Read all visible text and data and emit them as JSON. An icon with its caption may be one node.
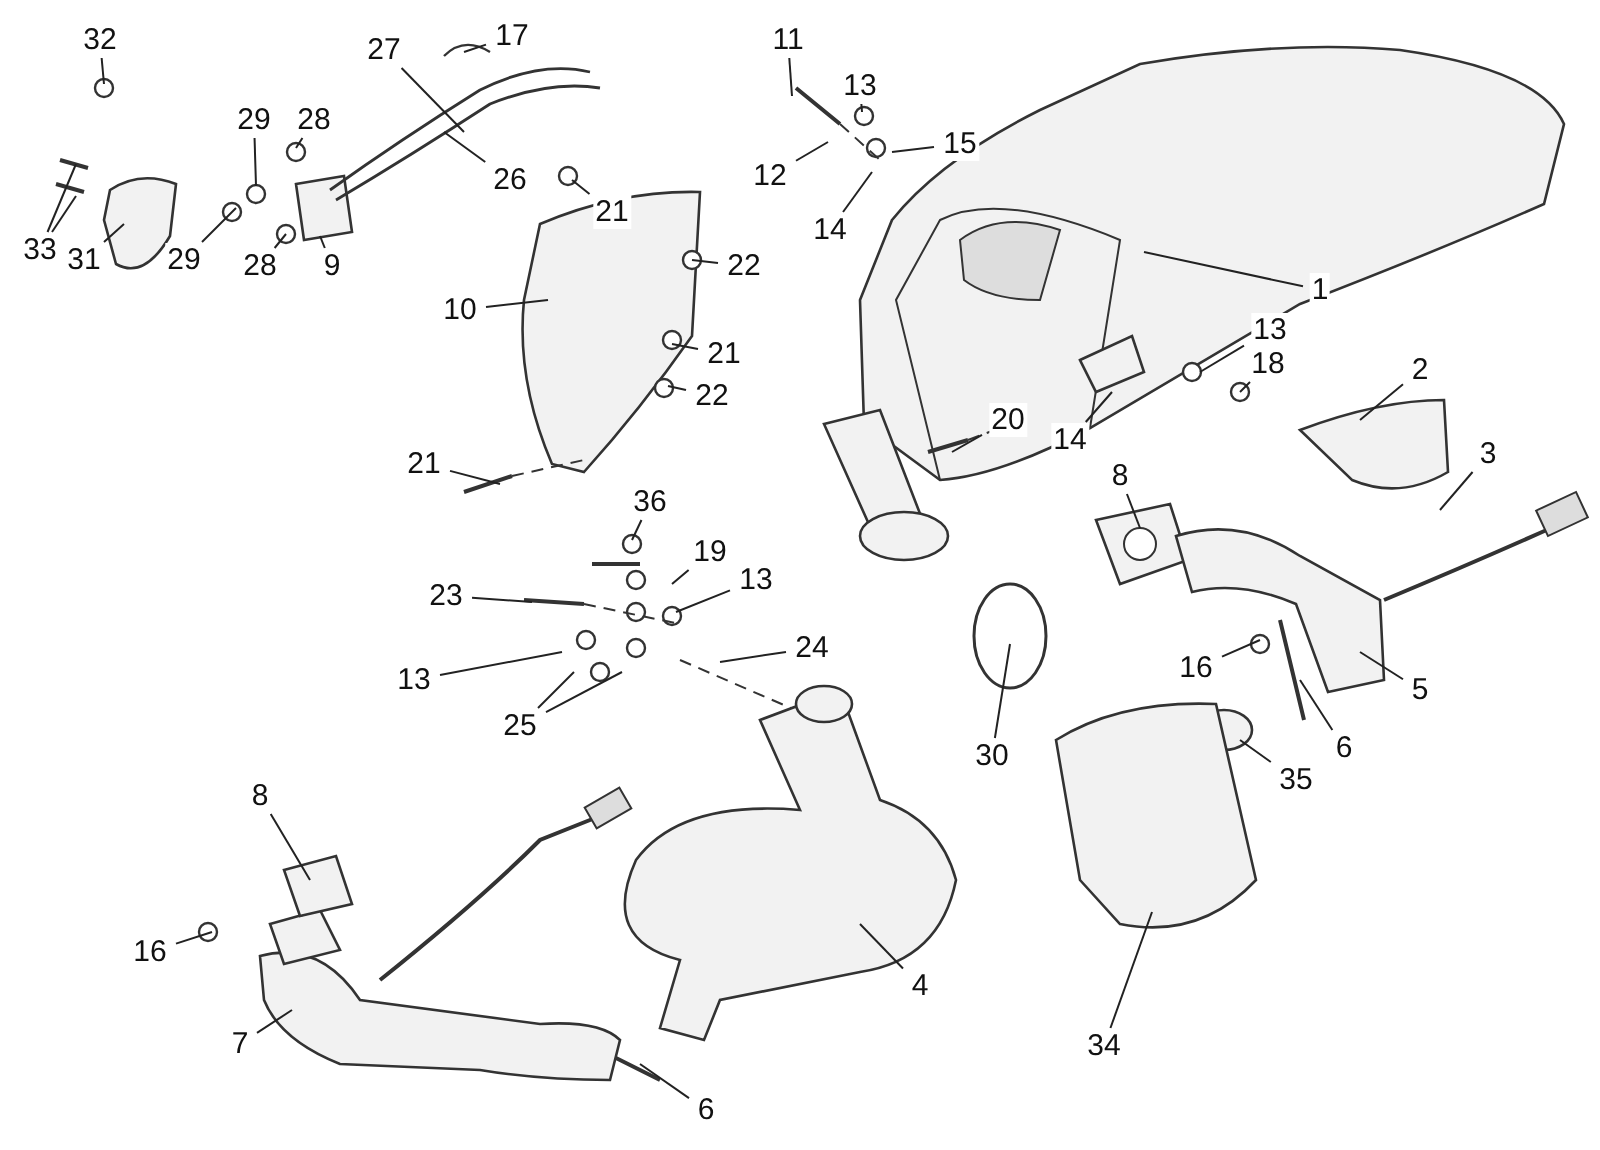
{
  "diagram": {
    "nodes": [
      {
        "text": [
          "32"
        ]
      },
      {
        "text": [
          "33"
        ]
      },
      {
        "text": [
          "31"
        ]
      },
      {
        "text": [
          "29"
        ]
      },
      {
        "text": [
          "28"
        ]
      },
      {
        "text": [
          "29"
        ]
      },
      {
        "text": [
          "28"
        ]
      },
      {
        "text": [
          "9"
        ]
      },
      {
        "text": [
          "27"
        ]
      },
      {
        "text": [
          "17"
        ]
      },
      {
        "text": [
          "26"
        ]
      },
      {
        "text": [
          "21"
        ]
      },
      {
        "text": [
          "10"
        ]
      },
      {
        "text": [
          "22"
        ]
      },
      {
        "text": [
          "22"
        ]
      },
      {
        "text": [
          "21"
        ]
      },
      {
        "text": [
          "21"
        ]
      },
      {
        "text": [
          "11"
        ]
      },
      {
        "text": [
          "13"
        ]
      },
      {
        "text": [
          "12"
        ]
      },
      {
        "text": [
          "15"
        ]
      },
      {
        "text": [
          "14"
        ]
      },
      {
        "text": [
          "1"
        ]
      },
      {
        "text": [
          "13"
        ]
      },
      {
        "text": [
          "18"
        ]
      },
      {
        "text": [
          "14"
        ]
      },
      {
        "text": [
          "20"
        ]
      },
      {
        "text": [
          "2"
        ]
      },
      {
        "text": [
          "3"
        ]
      },
      {
        "text": [
          "8"
        ]
      },
      {
        "text": [
          "16"
        ]
      },
      {
        "text": [
          "5"
        ]
      },
      {
        "text": [
          "6"
        ]
      },
      {
        "text": [
          "30"
        ]
      },
      {
        "text": [
          "35"
        ]
      },
      {
        "text": [
          "34"
        ]
      },
      {
        "text": [
          "36"
        ]
      },
      {
        "text": [
          "19"
        ]
      },
      {
        "text": [
          "23"
        ]
      },
      {
        "text": [
          "13"
        ]
      },
      {
        "text": [
          "24"
        ]
      },
      {
        "text": [
          "13"
        ]
      },
      {
        "text": [
          "25"
        ]
      },
      {
        "text": [
          "8"
        ]
      },
      {
        "text": [
          "16"
        ]
      },
      {
        "text": [
          "7"
        ]
      },
      {
        "text": [
          "4"
        ]
      },
      {
        "text": [
          "6"
        ]
      }
    ],
    "edges": [
      {
        "from": 0,
        "to": null,
        "arrow": "none"
      },
      {
        "from": 1,
        "to": null,
        "arrow": "none"
      },
      {
        "from": 1,
        "to": null,
        "arrow": "none"
      },
      {
        "from": 2,
        "to": null,
        "arrow": "none"
      },
      {
        "from": 3,
        "to": null,
        "arrow": "none"
      },
      {
        "from": 4,
        "to": null,
        "arrow": "none"
      },
      {
        "from": 5,
        "to": null,
        "arrow": "none"
      },
      {
        "from": 6,
        "to": null,
        "arrow": "none"
      },
      {
        "from": 7,
        "to": null,
        "arrow": "none"
      },
      {
        "from": 8,
        "to": null,
        "arrow": "none"
      },
      {
        "from": 9,
        "to": null,
        "arrow": "none"
      },
      {
        "from": 10,
        "to": null,
        "arrow": "none"
      },
      {
        "from": 11,
        "to": null,
        "arrow": "none"
      },
      {
        "from": 12,
        "to": null,
        "arrow": "none"
      },
      {
        "from": 13,
        "to": null,
        "arrow": "none"
      },
      {
        "from": 14,
        "to": null,
        "arrow": "none"
      },
      {
        "from": 15,
        "to": null,
        "arrow": "none"
      },
      {
        "from": 16,
        "to": null,
        "arrow": "none"
      },
      {
        "from": 17,
        "to": null,
        "arrow": "none"
      },
      {
        "from": 18,
        "to": null,
        "arrow": "none"
      },
      {
        "from": 19,
        "to": null,
        "arrow": "none"
      },
      {
        "from": 20,
        "to": null,
        "arrow": "none"
      },
      {
        "from": 21,
        "to": null,
        "arrow": "none"
      },
      {
        "from": 22,
        "to": null,
        "arrow": "none"
      },
      {
        "from": 23,
        "to": null,
        "arrow": "none"
      },
      {
        "from": 24,
        "to": null,
        "arrow": "none"
      },
      {
        "from": 25,
        "to": null,
        "arrow": "none"
      },
      {
        "from": 26,
        "to": null,
        "arrow": "none"
      },
      {
        "from": 27,
        "to": null,
        "arrow": "none"
      },
      {
        "from": 28,
        "to": null,
        "arrow": "none"
      },
      {
        "from": 29,
        "to": null,
        "arrow": "none"
      },
      {
        "from": 30,
        "to": null,
        "arrow": "none"
      },
      {
        "from": 31,
        "to": null,
        "arrow": "none"
      },
      {
        "from": 32,
        "to": null,
        "arrow": "none"
      },
      {
        "from": 33,
        "to": null,
        "arrow": "none"
      },
      {
        "from": 34,
        "to": null,
        "arrow": "none"
      },
      {
        "from": 35,
        "to": null,
        "arrow": "none"
      },
      {
        "from": 36,
        "to": null,
        "arrow": "none"
      },
      {
        "from": 37,
        "to": null,
        "arrow": "none"
      },
      {
        "from": 38,
        "to": null,
        "arrow": "none"
      },
      {
        "from": 39,
        "to": null,
        "arrow": "none"
      },
      {
        "from": 40,
        "to": null,
        "arrow": "none"
      },
      {
        "from": 41,
        "to": null,
        "arrow": "none"
      },
      {
        "from": 42,
        "to": null,
        "arrow": "none"
      },
      {
        "from": 42,
        "to": null,
        "arrow": "none"
      },
      {
        "from": 43,
        "to": null,
        "arrow": "none"
      },
      {
        "from": 44,
        "to": null,
        "arrow": "none"
      },
      {
        "from": 45,
        "to": null,
        "arrow": "none"
      },
      {
        "from": 46,
        "to": null,
        "arrow": "none"
      },
      {
        "from": 47,
        "to": null,
        "arrow": "none"
      }
    ]
  }
}
